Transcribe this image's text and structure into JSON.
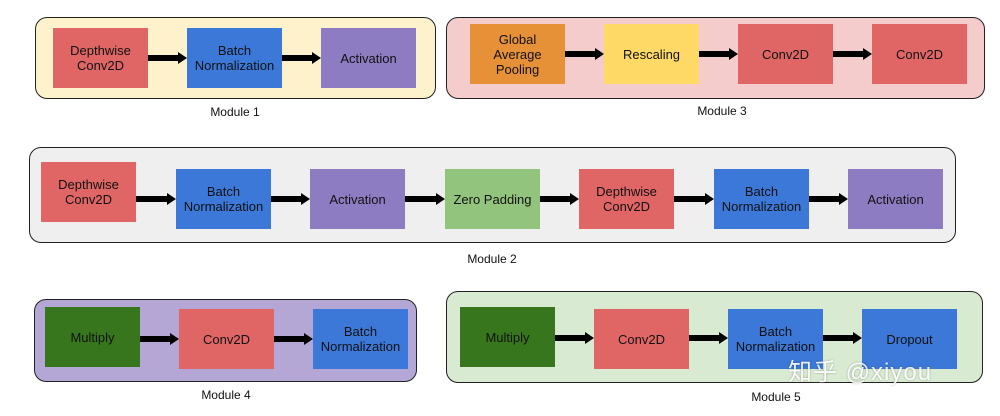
{
  "colors": {
    "conv": "#e06666",
    "batchnorm": "#3c78d8",
    "activation": "#8e7cc3",
    "padding": "#93c47d",
    "pooling": "#e69138",
    "rescaling": "#ffd966",
    "multiply": "#38761d",
    "module1_bg": "#fdf2cc",
    "module2_bg": "#efefef",
    "module3_bg": "#f4cccc",
    "module4_bg": "#b4a7d6",
    "module5_bg": "#d9ead3"
  },
  "modules": [
    {
      "caption": "Module 1",
      "blocks": [
        "Depthwise\nConv2D",
        "Batch\nNormalization",
        "Activation"
      ]
    },
    {
      "caption": "Module 2",
      "blocks": [
        "Depthwise\nConv2D",
        "Batch\nNormalization",
        "Activation",
        "Zero Padding",
        "Depthwise\nConv2D",
        "Batch\nNormalization",
        "Activation"
      ]
    },
    {
      "caption": "Module 3",
      "blocks": [
        "Global\nAverage\nPooling",
        "Rescaling",
        "Conv2D",
        "Conv2D"
      ]
    },
    {
      "caption": "Module 4",
      "blocks": [
        "Multiply",
        "Conv2D",
        "Batch\nNormalization"
      ]
    },
    {
      "caption": "Module 5",
      "blocks": [
        "Multiply",
        "Conv2D",
        "Batch\nNormalization",
        "Dropout"
      ]
    }
  ],
  "watermark": "知乎 @xiyou"
}
